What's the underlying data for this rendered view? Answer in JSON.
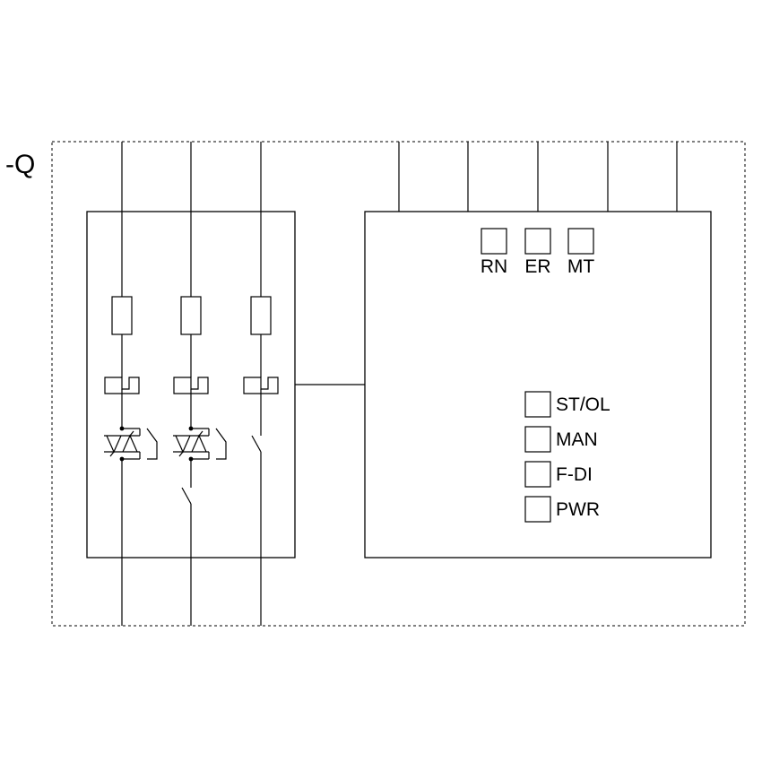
{
  "device_designation": "-Q",
  "status_leds": [
    {
      "label": "RN"
    },
    {
      "label": "ER"
    },
    {
      "label": "MT"
    }
  ],
  "indicators": [
    {
      "label": "ST/OL"
    },
    {
      "label": "MAN"
    },
    {
      "label": "F-DI"
    },
    {
      "label": "PWR"
    }
  ],
  "colors": {
    "line": "#000000",
    "background": "#ffffff"
  }
}
